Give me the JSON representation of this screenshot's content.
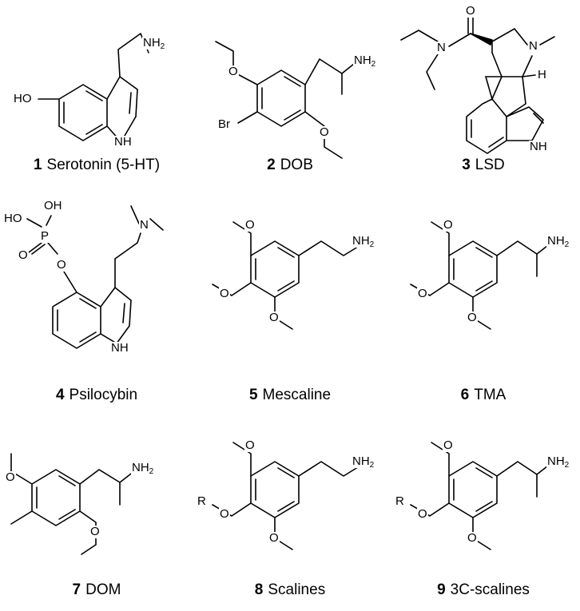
{
  "compounds": [
    {
      "number": "1",
      "name": "Serotonin (5-HT)"
    },
    {
      "number": "2",
      "name": "DOB"
    },
    {
      "number": "3",
      "name": "LSD"
    },
    {
      "number": "4",
      "name": "Psilocybin"
    },
    {
      "number": "5",
      "name": "Mescaline"
    },
    {
      "number": "6",
      "name": "TMA"
    },
    {
      "number": "7",
      "name": "DOM"
    },
    {
      "number": "8",
      "name": "Scalines"
    },
    {
      "number": "9",
      "name": "3C-scalines"
    }
  ],
  "atoms": {
    "ho": "HO",
    "oh": "OH",
    "nh": "NH",
    "nh2": "NH",
    "sub2": "2",
    "br": "Br",
    "o": "O",
    "p": "P",
    "n": "N",
    "h": "H",
    "r": "R"
  }
}
